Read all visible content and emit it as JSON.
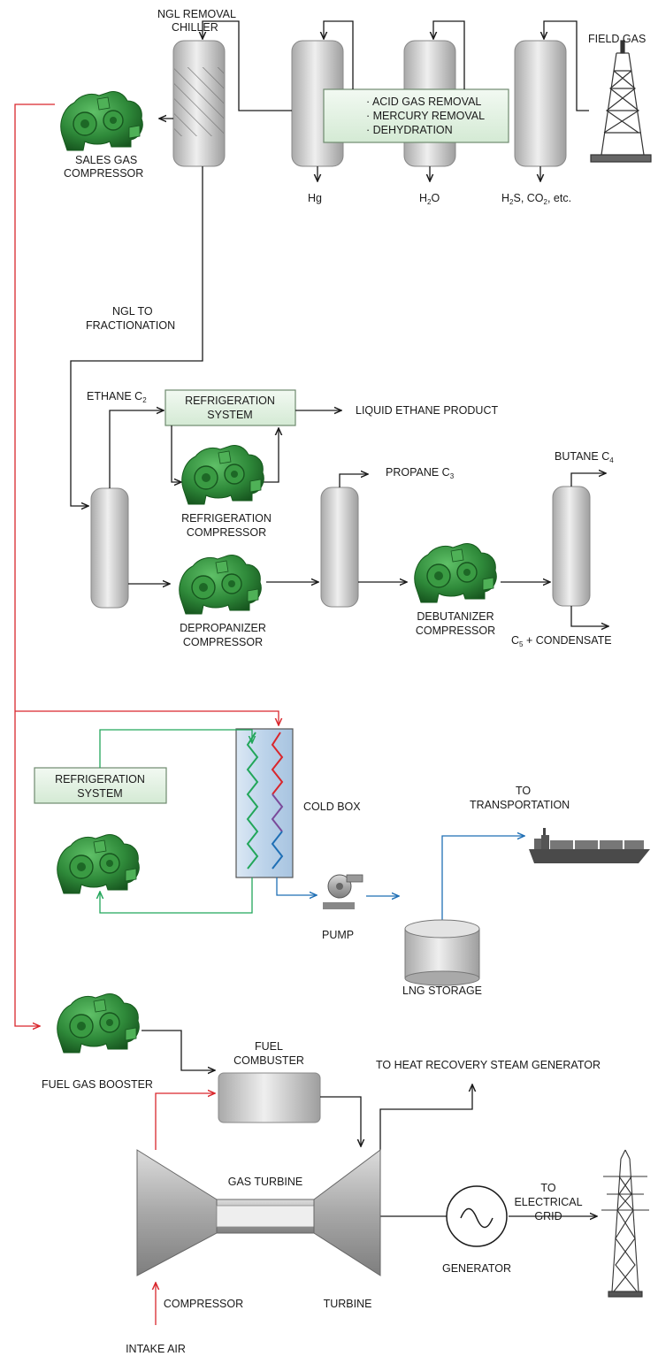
{
  "labels": {
    "ngl_removal_line1": "NGL REMOVAL",
    "ngl_removal_line2": "CHILLER",
    "field_gas": "FIELD GAS",
    "sales_gas_line1": "SALES GAS",
    "sales_gas_line2": "COMPRESSOR",
    "hg": "Hg",
    "h2o_h": "H",
    "h2o_sub": "2",
    "h2o_o": "O",
    "acid_prefix": "H",
    "acid_sub1": "2",
    "acid_mid": "S, CO",
    "acid_sub2": "2",
    "acid_suffix": ", etc.",
    "ngl_frac_line1": "NGL TO",
    "ngl_frac_line2": "FRACTIONATION",
    "ethane": "ETHANE C",
    "ethane_sub": "2",
    "liquid_ethane": "LIQUID ETHANE PRODUCT",
    "propane": "PROPANE C",
    "propane_sub": "3",
    "butane": "BUTANE C",
    "butane_sub": "4",
    "refrig_comp_line1": "REFRIGERATION",
    "refrig_comp_line2": "COMPRESSOR",
    "depropanizer_line1": "DEPROPANIZER",
    "depropanizer_line2": "COMPRESSOR",
    "debutanizer_line1": "DEBUTANIZER",
    "debutanizer_line2": "COMPRESSOR",
    "c5_prefix": "C",
    "c5_sub": "5",
    "c5_suffix": " + CONDENSATE",
    "cold_box": "COLD BOX",
    "to_transport_line1": "TO",
    "to_transport_line2": "TRANSPORTATION",
    "pump": "PUMP",
    "lng_storage": "LNG STORAGE",
    "fuel_gas_booster": "FUEL GAS BOOSTER",
    "fuel_combuster_line1": "FUEL",
    "fuel_combuster_line2": "COMBUSTER",
    "to_hrsg": "TO HEAT RECOVERY STEAM GENERATOR",
    "gas_turbine": "GAS TURBINE",
    "to_grid_line1": "TO",
    "to_grid_line2": "ELECTRICAL",
    "to_grid_line3": "GRID",
    "generator": "GENERATOR",
    "compressor": "COMPRESSOR",
    "turbine": "TURBINE",
    "intake_air": "INTAKE AIR"
  },
  "treatment_box": {
    "item1": "· ACID GAS REMOVAL",
    "item2": "· MERCURY REMOVAL",
    "item3": "· DEHYDRATION"
  },
  "refrig_box_top": {
    "line1": "REFRIGERATION",
    "line2": "SYSTEM"
  },
  "refrig_box_lng": {
    "line1": "REFRIGERATION",
    "line2": "SYSTEM"
  },
  "colors": {
    "black_flow": "#1a1a1a",
    "red_flow": "#d9262c",
    "green_flow": "#22a65a",
    "blue_flow": "#1f6fb5",
    "compressor_green": "#2f8a3a",
    "vessel_gray": "#c8c8c8",
    "box_green": "#e6f2e6"
  }
}
